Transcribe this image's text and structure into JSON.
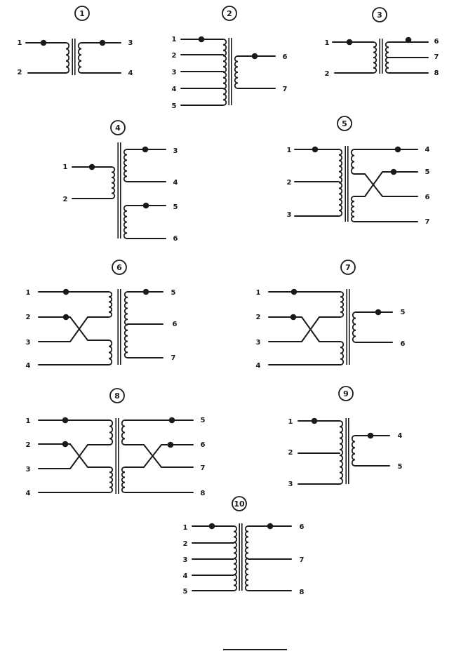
{
  "diagrams": [
    {
      "number": "1",
      "terminals": [
        "1",
        "2",
        "3",
        "4"
      ]
    },
    {
      "number": "2",
      "terminals": [
        "1",
        "2",
        "3",
        "4",
        "5",
        "6",
        "7"
      ]
    },
    {
      "number": "3",
      "terminals": [
        "1",
        "2",
        "6",
        "7",
        "8"
      ]
    },
    {
      "number": "4",
      "terminals": [
        "1",
        "2",
        "3",
        "4",
        "5",
        "6"
      ]
    },
    {
      "number": "5",
      "terminals": [
        "1",
        "2",
        "3",
        "4",
        "5",
        "6",
        "7"
      ]
    },
    {
      "number": "6",
      "terminals": [
        "1",
        "2",
        "3",
        "4",
        "5",
        "6",
        "7"
      ]
    },
    {
      "number": "7",
      "terminals": [
        "1",
        "2",
        "3",
        "4",
        "5",
        "6"
      ]
    },
    {
      "number": "8",
      "terminals": [
        "1",
        "2",
        "3",
        "4",
        "5",
        "6",
        "7",
        "8"
      ]
    },
    {
      "number": "9",
      "terminals": [
        "1",
        "2",
        "3",
        "4",
        "5"
      ]
    },
    {
      "number": "10",
      "terminals": [
        "1",
        "2",
        "3",
        "4",
        "5",
        "6",
        "7",
        "8"
      ]
    }
  ],
  "colors": {
    "ink": "#1a1a1a",
    "paper": "#ffffff"
  }
}
